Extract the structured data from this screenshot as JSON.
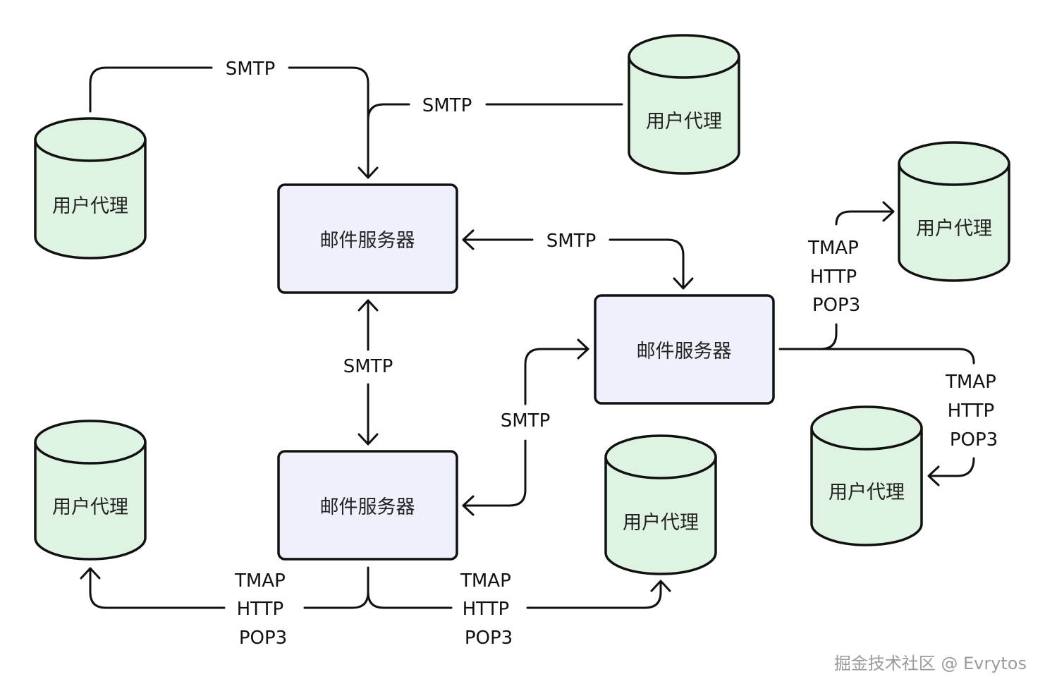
{
  "nodes": {
    "agent1": {
      "label": "用户代理"
    },
    "agent2": {
      "label": "用户代理"
    },
    "agent3": {
      "label": "用户代理"
    },
    "agent4": {
      "label": "用户代理"
    },
    "agent5": {
      "label": "用户代理"
    },
    "agent6": {
      "label": "用户代理"
    },
    "server1": {
      "label": "邮件服务器"
    },
    "server2": {
      "label": "邮件服务器"
    },
    "server3": {
      "label": "邮件服务器"
    }
  },
  "edges": {
    "agent1_server1": {
      "label": "SMTP"
    },
    "agent2_server1": {
      "label": "SMTP"
    },
    "server1_server2": {
      "label": "SMTP"
    },
    "server1_server3": {
      "label": "SMTP"
    },
    "server3_server2": {
      "label": "SMTP"
    },
    "server2_agent3": {
      "lines": [
        "TMAP",
        "HTTP",
        "POP3"
      ]
    },
    "server2_agent4": {
      "lines": [
        "TMAP",
        "HTTP",
        "POP3"
      ]
    },
    "server3_agent5": {
      "lines": [
        "TMAP",
        "HTTP",
        "POP3"
      ]
    },
    "server3_agent6": {
      "lines": [
        "TMAP",
        "HTTP",
        "POP3"
      ]
    }
  },
  "watermark": "掘金技术社区 @ Evrytos"
}
